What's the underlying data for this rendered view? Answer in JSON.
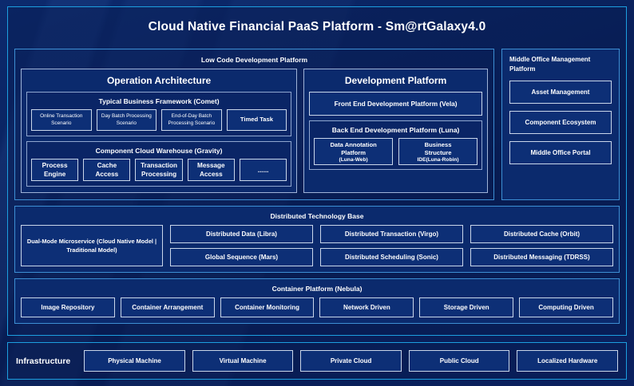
{
  "title": "Cloud Native Financial PaaS Platform - Sm@rtGalaxy4.0",
  "colors": {
    "background": "#0a2362",
    "panel_border_accent": "#1c9fe0",
    "panel_border_inner": "#3d8fd4",
    "chip_border": "#c9d6ea",
    "chip_fill": "#0d2f76",
    "text": "#ffffff"
  },
  "low_code": {
    "title": "Low Code Development Platform",
    "operation_architecture": {
      "title": "Operation Architecture",
      "comet": {
        "title": "Typical Business Framework (Comet)",
        "items": [
          "Online Transaction Scenario",
          "Day Batch Processing Scenario",
          "End-of-Day Batch Processing Scenario",
          "Timed Task"
        ]
      },
      "gravity": {
        "title": "Component Cloud Warehouse (Gravity)",
        "items": [
          "Process Engine",
          "Cache Access",
          "Transaction Processing",
          "Message Access",
          "......"
        ]
      }
    },
    "development_platform": {
      "title": "Development Platform",
      "front_end": "Front End Development Platform (Vela)",
      "back_end": {
        "title": "Back End Development Platform (Luna)",
        "items": [
          {
            "line1": "Data Annotation",
            "line2": "Platform",
            "line3": "(Luna-Web)"
          },
          {
            "line1": "Business",
            "line2": "Structure",
            "line3": "IDE(Luna-Robin)"
          }
        ]
      }
    }
  },
  "middle_office": {
    "title": "Middle Office Management Platform",
    "items": [
      "Asset Management",
      "Component Ecosystem",
      "Middle Office Portal"
    ]
  },
  "distributed_technology_base": {
    "title": "Distributed Technology Base",
    "dual_mode": "Dual-Mode Microservice (Cloud Native Model | Traditional Model)",
    "columns": [
      {
        "top": "Distributed Data (Libra)",
        "bottom": "Global Sequence (Mars)"
      },
      {
        "top": "Distributed Transaction (Virgo)",
        "bottom": "Distributed Scheduling (Sonic)"
      },
      {
        "top": "Distributed Cache (Orbit)",
        "bottom": "Distributed Messaging (TDRSS)"
      }
    ]
  },
  "container_platform": {
    "title": "Container Platform (Nebula)",
    "items": [
      "Image Repository",
      "Container Arrangement",
      "Container Monitoring",
      "Network Driven",
      "Storage Driven",
      "Computing Driven"
    ]
  },
  "infrastructure": {
    "label": "Infrastructure",
    "items": [
      "Physical Machine",
      "Virtual Machine",
      "Private Cloud",
      "Public Cloud",
      "Localized Hardware"
    ]
  }
}
